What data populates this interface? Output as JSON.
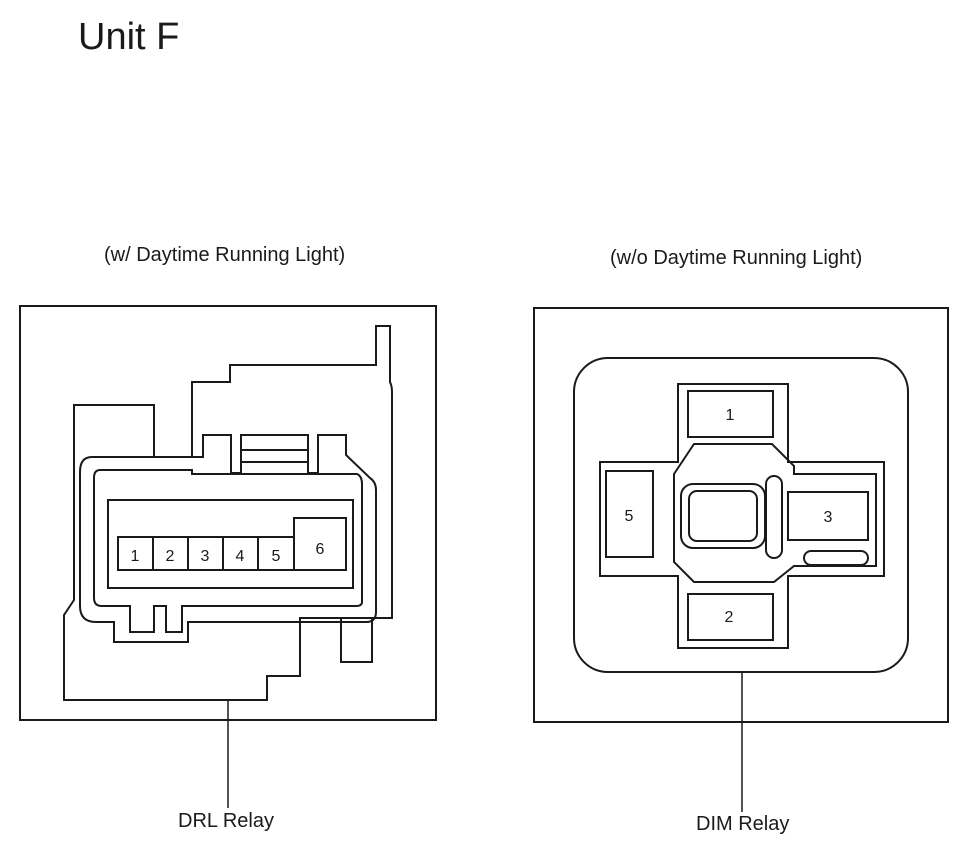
{
  "title": "Unit F",
  "left_panel": {
    "caption": "(w/ Daytime Running Light)",
    "label": "DRL Relay",
    "terminals": [
      "1",
      "2",
      "3",
      "4",
      "5",
      "6"
    ]
  },
  "right_panel": {
    "caption": "(w/o Daytime Running Light)",
    "label": "DIM Relay",
    "terminals": [
      "1",
      "2",
      "3",
      "5"
    ]
  }
}
